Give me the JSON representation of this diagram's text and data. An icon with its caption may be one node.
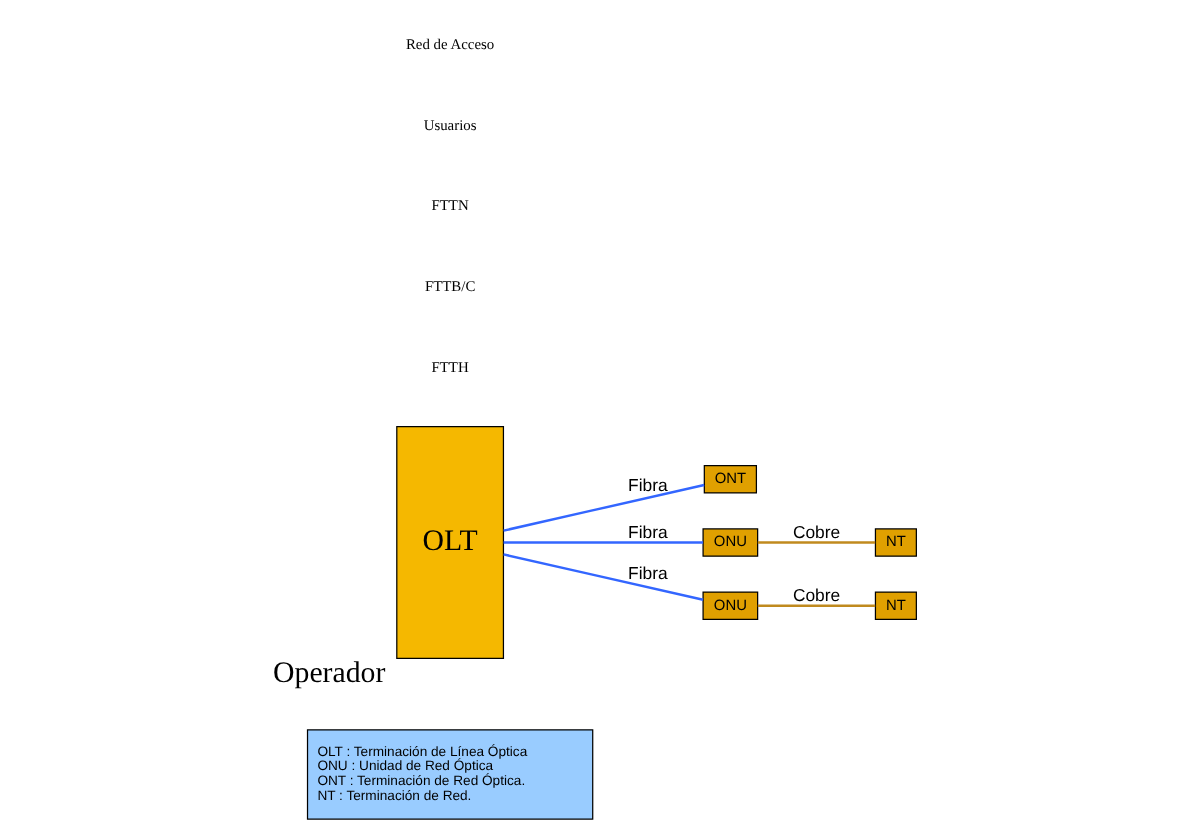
{
  "diagram": {
    "nodes": [
      {
        "text": [
          "OLT"
        ],
        "beside": [
          "Operador"
        ]
      },
      {
        "text": [
          "ONT"
        ]
      },
      {
        "text": [
          "ONU"
        ]
      },
      {
        "text": [
          "NT"
        ]
      },
      {
        "text": [
          "ONU"
        ]
      },
      {
        "text": [
          "NT"
        ]
      },
      {
        "text": [
          "OLT : Terminación de Línea Óptica",
          "ONU : Unidad de Red Óptica",
          "ONT : Terminación de Red Óptica.",
          "NT : Terminación de Red."
        ]
      }
    ],
    "edges": [
      {
        "from": 0,
        "to": 1,
        "arrow": "none",
        "label": "Fibra"
      },
      {
        "from": 0,
        "to": 2,
        "arrow": "none",
        "label": "Fibra"
      },
      {
        "from": 2,
        "to": 3,
        "arrow": "none",
        "label": "Cobre",
        "color": "#c08a1e"
      },
      {
        "from": 0,
        "to": 4,
        "arrow": "none",
        "label": "Fibra"
      },
      {
        "from": 4,
        "to": 5,
        "arrow": "none",
        "label": "Cobre",
        "color": "#c08a1e"
      }
    ],
    "labels": [
      "FTTH",
      "FTTB/C",
      "FTTN",
      "Usuarios",
      "Red de Acceso"
    ]
  }
}
